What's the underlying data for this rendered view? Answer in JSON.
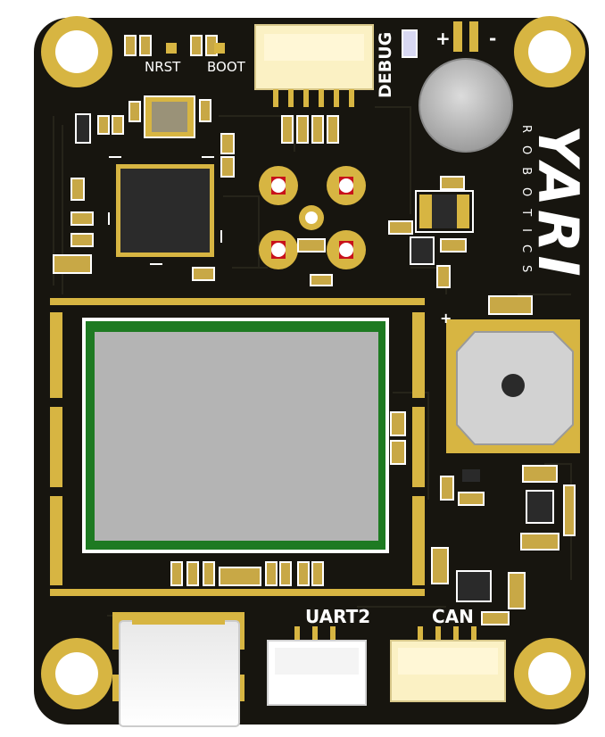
{
  "board": {
    "silkscreen": {
      "nrst": "NRST",
      "boot": "BOOT",
      "debug": "DEBUG",
      "uart2": "UART2",
      "can": "CAN",
      "battery_plus": "+",
      "battery_minus": "-",
      "buzzer_plus": "+"
    },
    "logo": {
      "mark": "YARI",
      "subtitle": "ROBOTICS"
    },
    "colors": {
      "pcb": "#17150f",
      "gold": "#d7b542",
      "silkscreen": "#ffffff",
      "connector_body": "#fbf1c4",
      "pad_red": "#c8111a",
      "shield_green": "#1e7a22",
      "shield_grey": "#b4b4b4"
    },
    "icons": {
      "mounting_hole": "mounting-hole-icon",
      "battery": "coin-cell-icon",
      "buzzer": "buzzer-icon",
      "usb": "usb-c-icon"
    }
  }
}
